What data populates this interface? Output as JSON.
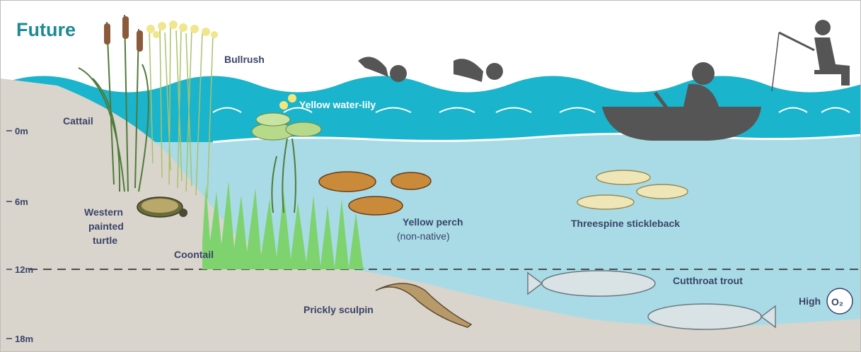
{
  "title": "Future",
  "depths": [
    "0m",
    "6m",
    "12m",
    "18m"
  ],
  "labels": {
    "bullrush": "Bullrush",
    "cattail": "Cattail",
    "water_lily": "Yellow water-lily",
    "turtle": [
      "Western",
      "painted",
      "turtle"
    ],
    "coontail": "Coontail",
    "perch": "Yellow perch",
    "perch_note": "(non-native)",
    "stickleback": "Threespine stickleback",
    "trout": "Cutthroat trout",
    "sculpin": "Prickly sculpin"
  },
  "oxygen": {
    "label": "High",
    "symbol": "O₂"
  },
  "colors": {
    "surface_water": "#1ab4cc",
    "deep_water": "#a9dbe6",
    "lake_bed": "#d9d4cc",
    "silhouette": "#555555",
    "label_text": "#3a4468",
    "title": "#1e8a94"
  },
  "icons": [
    "swimmer-icon",
    "swimmer-icon",
    "canoeist-icon",
    "angler-icon"
  ]
}
